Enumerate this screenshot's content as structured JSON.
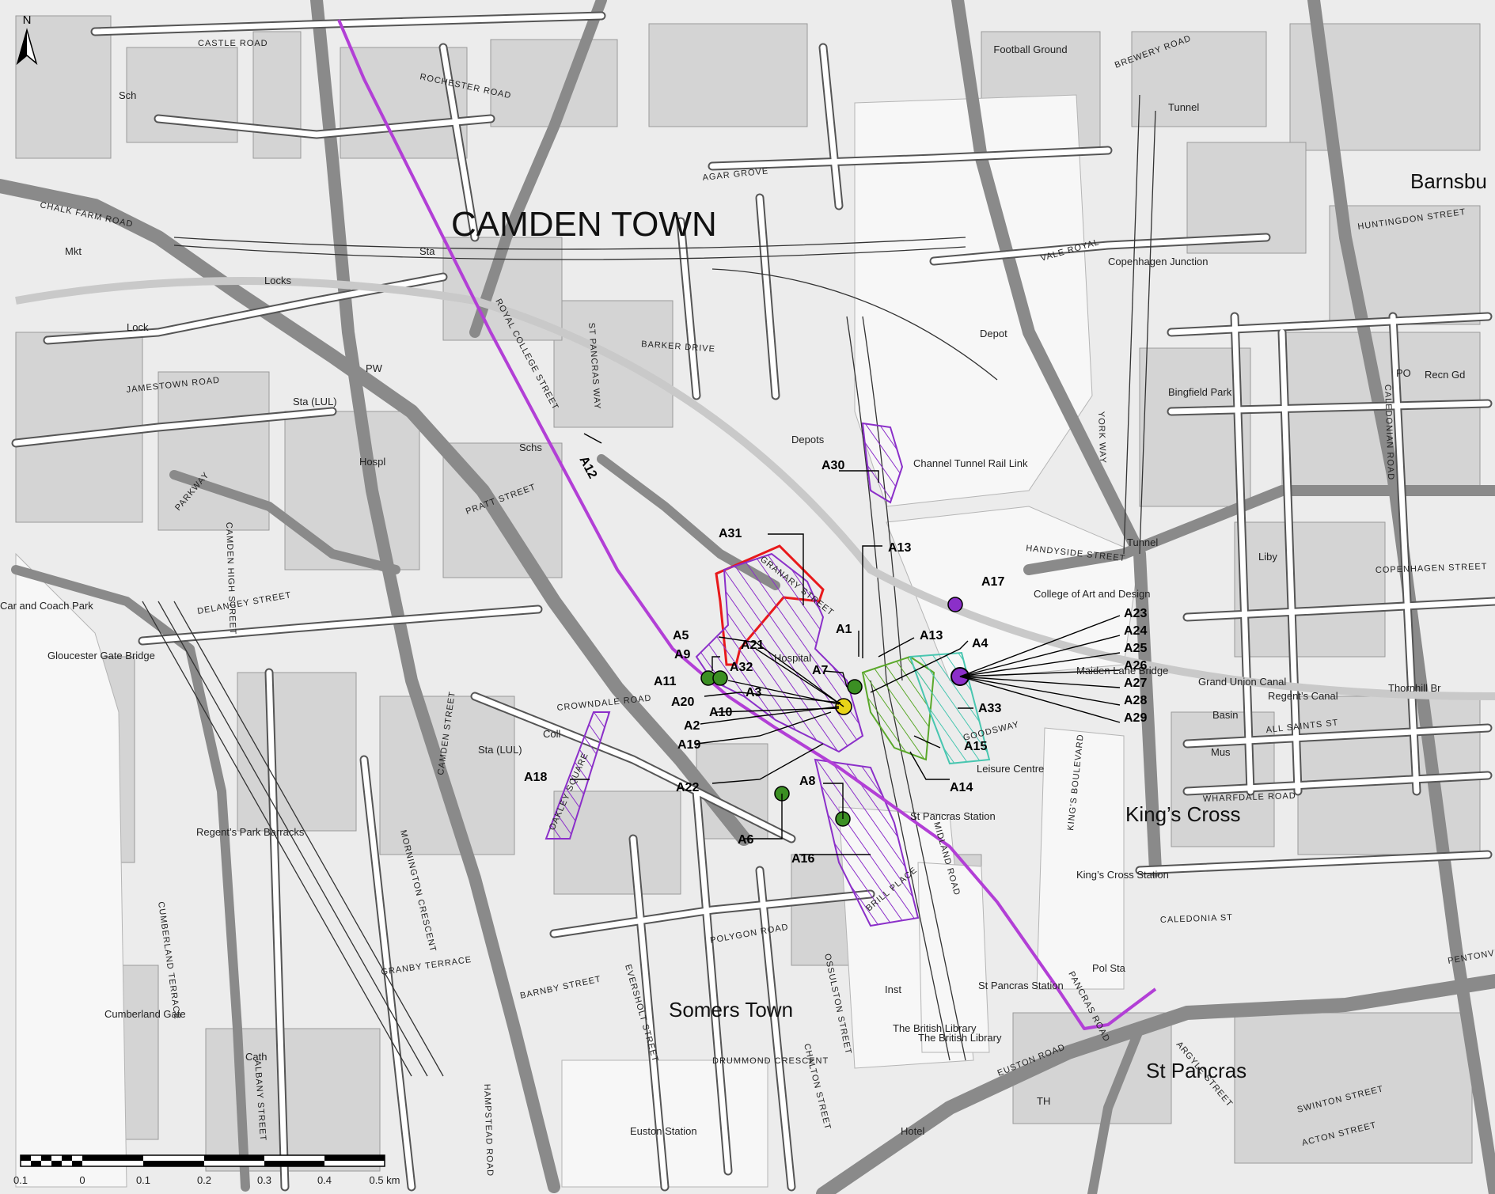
{
  "map": {
    "north_label": "N",
    "area_titles": {
      "camden_town": "CAMDEN TOWN",
      "somers_town": "Somers Town",
      "kings_cross": "King’s Cross",
      "st_pancras": "St Pancras",
      "barnsbury": "Barnsbu"
    },
    "places": {
      "football_ground": "Football Ground",
      "mkt": "Mkt",
      "locks": "Locks",
      "lock": "Lock",
      "depot": "Depot",
      "depots": "Depots",
      "copenhagen_junction": "Copenhagen Junction",
      "channel_tunnel_rail_link": "Channel Tunnel Rail Link",
      "college_art_design": "College of Art and Design",
      "maiden_lane_bridge": "Maiden Lane Bridge",
      "leisure_centre": "Leisure Centre",
      "st_pancras_station": "St Pancras Station",
      "st_pancras_station_2": "St Pancras Station",
      "kings_cross_station": "King’s Cross Station",
      "regents_park_barracks": "Regent’s Park Barracks",
      "gloucester_gate_bridge": "Gloucester Gate Bridge",
      "cumberland_gate": "Cumberland Gate",
      "euston_station": "Euston Station",
      "british_library": "The British Library",
      "british_library_2": "The British Library",
      "hotel": "Hotel",
      "inst": "Inst",
      "hospital": "Hospital",
      "hospl": "Hospl",
      "car_coach_park": "Car and Coach Park",
      "grand_union_canal": "Grand Union Canal",
      "regents_canal": "Regent’s Canal",
      "basin": "Basin",
      "mus": "Mus",
      "pol_sta": "Pol Sta",
      "thornhill_br": "Thornhill Br",
      "bingfield_park": "Bingfield Park",
      "liby": "Liby",
      "recn_gd": "Recn Gd",
      "sta_lul": "Sta (LUL)",
      "sta_lul_2": "Sta (LUL)",
      "tunnel": "Tunnel",
      "tunnel_2": "Tunnel",
      "sch": "Sch",
      "schs": "Schs",
      "pw": "PW",
      "coll": "Coll",
      "sta": "Sta",
      "po": "PO",
      "th": "TH",
      "cath": "Cath"
    },
    "roads": {
      "chalk_farm_road": "CHALK FARM ROAD",
      "camden_high_street": "CAMDEN HIGH STREET",
      "royal_college_street": "ROYAL COLLEGE STREET",
      "st_pancras_way": "ST PANCRAS WAY",
      "york_way": "YORK WAY",
      "euston_road": "EUSTON ROAD",
      "pancras_road": "PANCRAS ROAD",
      "caledonian_road": "CALEDONIAN ROAD",
      "agar_grove": "AGAR GROVE",
      "crowndale_road": "CROWNDALE ROAD",
      "goods_way": "GOODSWAY",
      "parkway": "PARKWAY",
      "delancey_street": "DELANCEY STREET",
      "pratt_street": "PRATT STREET",
      "camden_street": "CAMDEN STREET",
      "eversholt_street": "EVERSHOLT STREET",
      "hampstead_road": "HAMPSTEAD ROAD",
      "albany_street": "ALBANY STREET",
      "wharfdale_road": "WHARFDALE ROAD",
      "pentonville_road": "PENTONVI",
      "copenhagen_street": "COPENHAGEN STREET",
      "handyside_street": "HANDYSIDE STREET",
      "midland_road": "MIDLAND ROAD",
      "brill_place": "BRILL PLACE",
      "polygon_road": "POLYGON ROAD",
      "oakley_square": "OAKLEY SQUARE",
      "rochester_road": "ROCHESTER ROAD",
      "barker_drive": "BARKER DRIVE",
      "granary_street": "GRANARY STREET",
      "kings_boulevard": "KING’S BOULEVARD",
      "cumberland_terrace": "CUMBERLAND TERRACE",
      "mornington_crescent": "MORNINGTON CRESCENT",
      "jamestown_road": "JAMESTOWN ROAD",
      "castle_road": "CASTLE ROAD",
      "brewery_road": "BREWERY ROAD",
      "vale_royal": "VALE ROYAL",
      "huntingdon_street": "HUNTINGDON STREET",
      "all_saints_st": "ALL SAINTS ST",
      "caledonia_st": "CALEDONIA ST",
      "swinton_street": "SWINTON STREET",
      "acton_street": "ACTON STREET",
      "argyle_street": "ARGYLE STREET",
      "ossulston_street": "OSSULSTON STREET",
      "chalton_street": "CHALTON STREET",
      "drummond_crescent": "DRUMMOND CRESCENT",
      "granby_terrace": "GRANBY TERRACE",
      "barnby_street": "BARNBY STREET"
    },
    "callouts": [
      "A1",
      "A2",
      "A3",
      "A4",
      "A5",
      "A6",
      "A7",
      "A8",
      "A9",
      "A10",
      "A11",
      "A12",
      "A13",
      "A13",
      "A14",
      "A15",
      "A16",
      "A17",
      "A18",
      "A19",
      "A20",
      "A21",
      "A22",
      "A23",
      "A24",
      "A25",
      "A26",
      "A27",
      "A28",
      "A29",
      "A30",
      "A31",
      "A32",
      "A33"
    ],
    "scale_bar": {
      "ticks": [
        "0.1",
        "0",
        "0.1",
        "0.2",
        "0.3",
        "0.4",
        "0.5 km"
      ]
    },
    "colors": {
      "route": "#b23fd6",
      "hatch_purple": "#8b2fc9",
      "hatch_green": "#5aa82a",
      "hatch_cyan": "#48c6b0",
      "boundary_red": "#e8191b",
      "marker_green": "#3b8f23",
      "marker_yellow": "#e8d418",
      "marker_purple": "#8b2fc9",
      "road_fill": "#ffffff",
      "road_casing": "#555555",
      "block_fill": "#d9d9d9",
      "major_road": "#8a8a8a"
    }
  }
}
